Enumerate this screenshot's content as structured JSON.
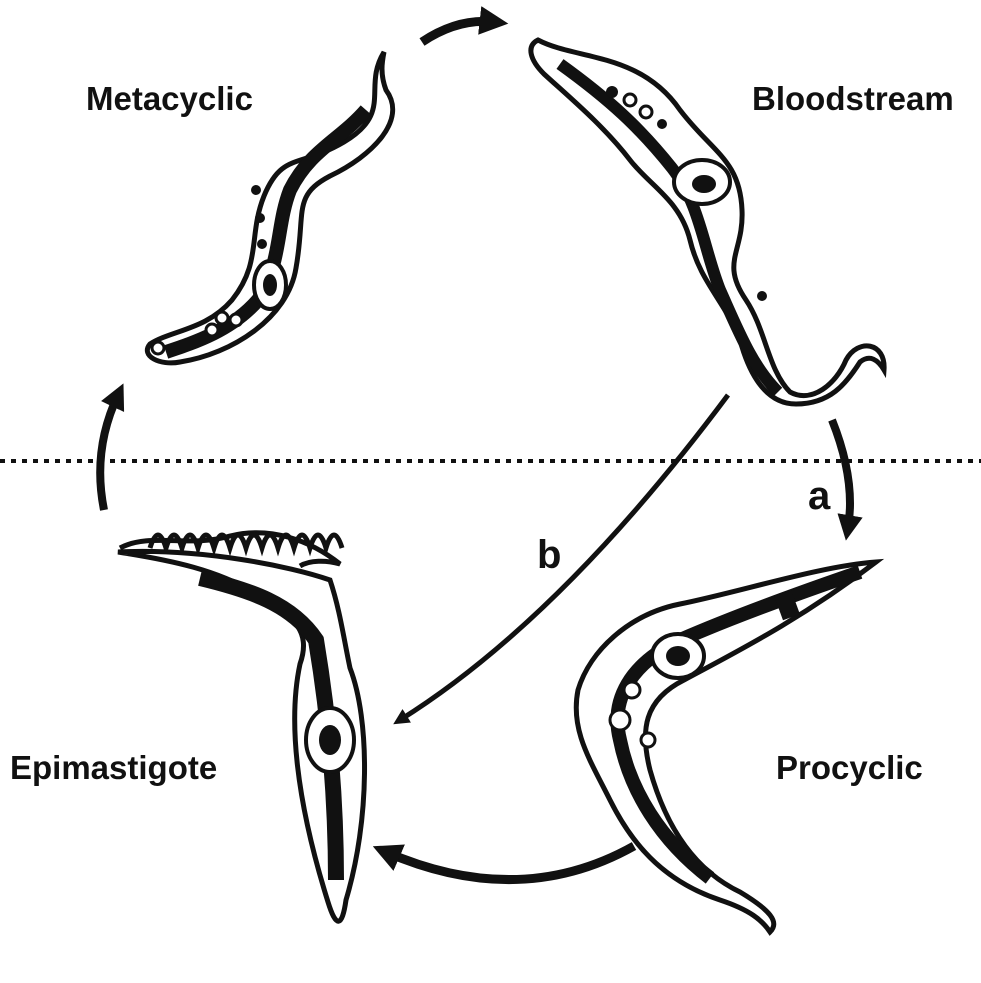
{
  "stages": {
    "metacyclic": "Metacyclic",
    "bloodstream": "Bloodstream",
    "epimastigote": "Epimastigote",
    "procyclic": "Procyclic"
  },
  "pathways": {
    "a": "a",
    "b": "b"
  },
  "colors": {
    "ink": "#111111",
    "background": "#ffffff"
  },
  "icons": [
    "trypanosome-cell-icon",
    "arrow-icon"
  ]
}
